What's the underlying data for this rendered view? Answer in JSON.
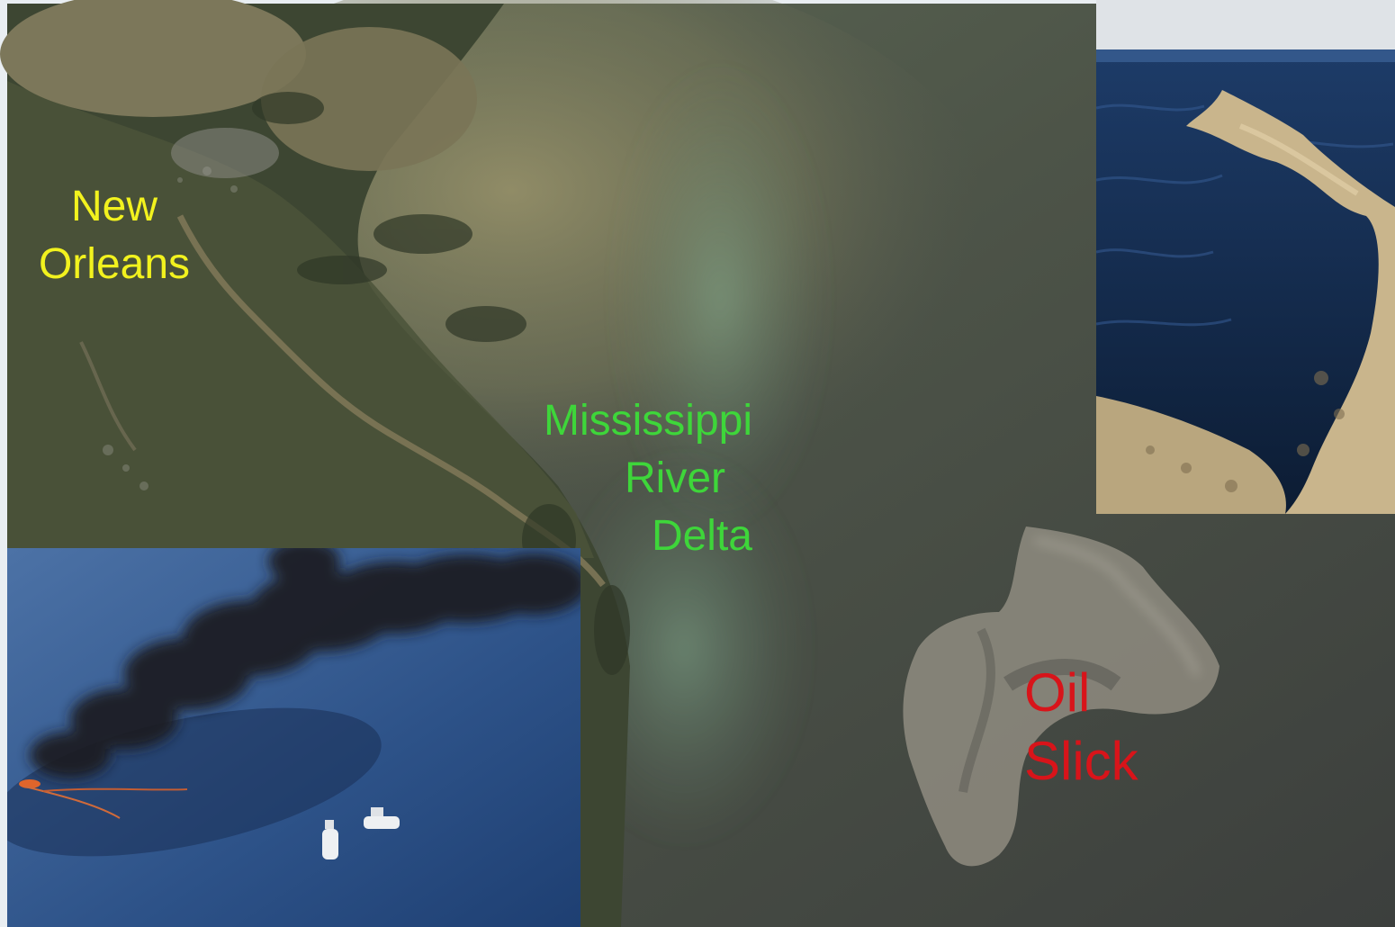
{
  "labels": {
    "city": {
      "lines": [
        "New",
        "Orleans"
      ],
      "color": "#f2f21e"
    },
    "delta": {
      "lines": [
        "Mississippi",
        "River",
        "Delta"
      ],
      "color": "#3ed63a"
    },
    "slick": {
      "lines": [
        "Oil",
        "Slick"
      ],
      "color": "#d8141a"
    }
  },
  "photos": {
    "satellite": "satellite-delta-photo",
    "wave_inset": "oil-wave-photo",
    "fire_inset": "burning-oil-photo"
  }
}
